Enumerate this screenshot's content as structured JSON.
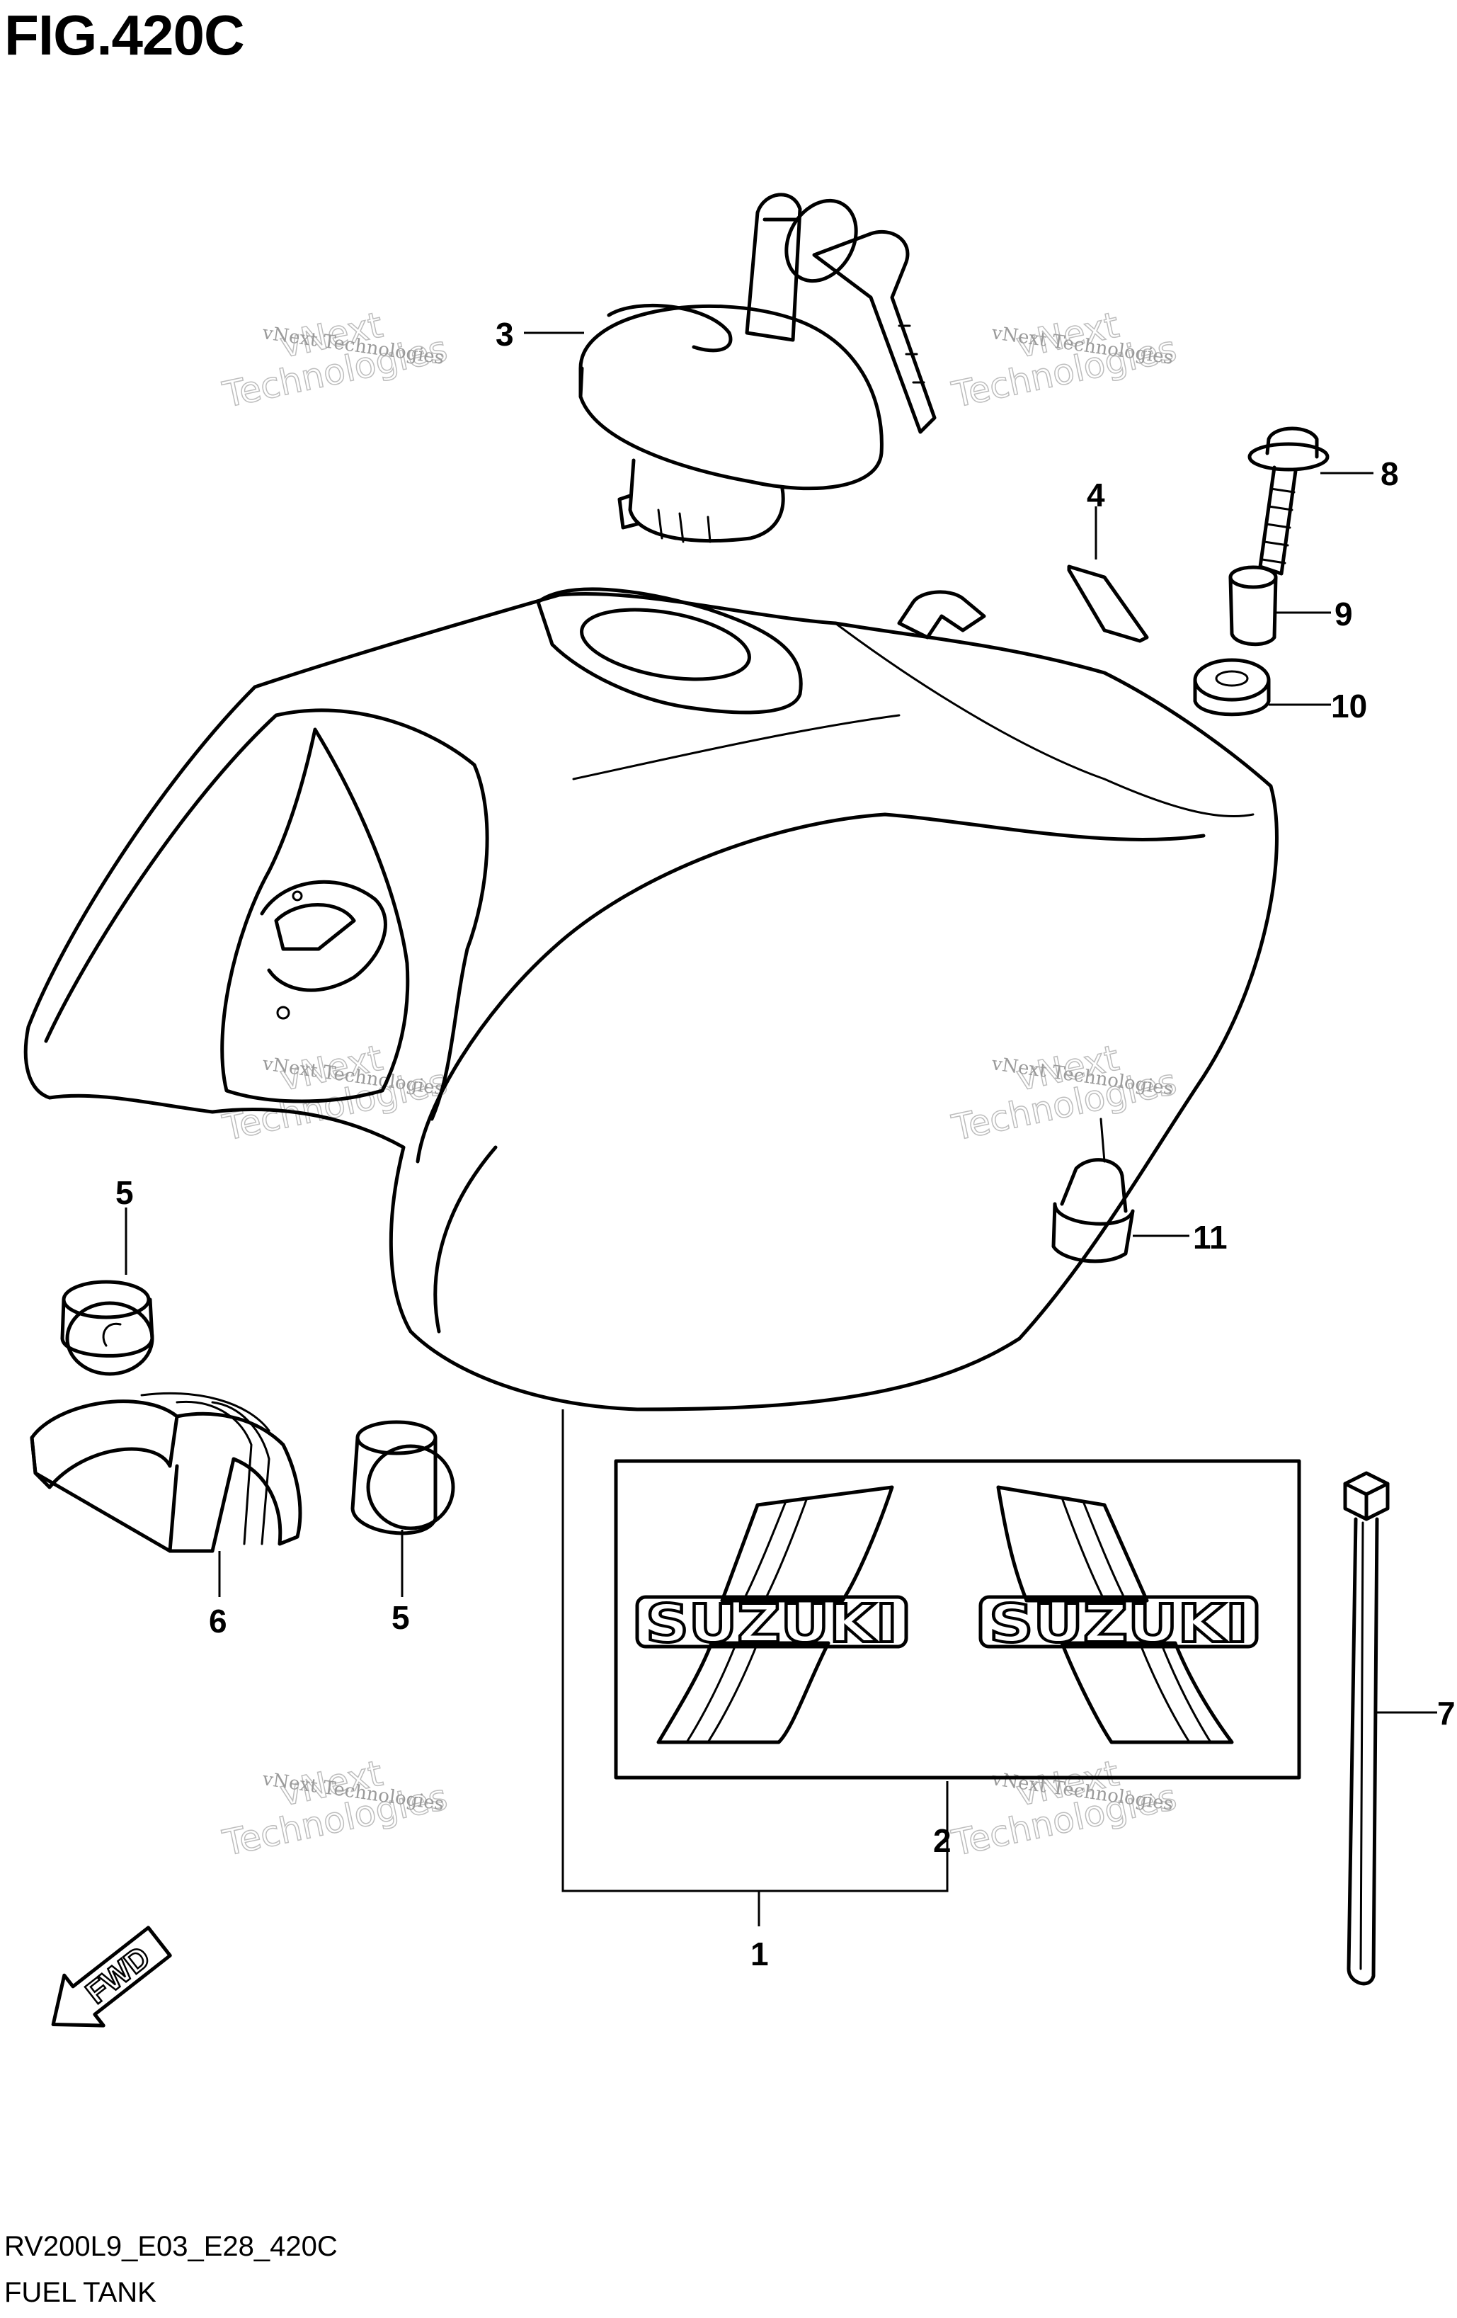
{
  "figure": {
    "title": "FIG.420C",
    "code": "RV200L9_E03_E28_420C",
    "name": "FUEL TANK"
  },
  "direction": {
    "label": "FWD"
  },
  "decal": {
    "brand_left": "SUZUKI",
    "brand_right": "SUZUKI"
  },
  "callouts": [
    {
      "label": "1"
    },
    {
      "label": "2"
    },
    {
      "label": "3"
    },
    {
      "label": "4"
    },
    {
      "label": "5"
    },
    {
      "label": "5"
    },
    {
      "label": "6"
    },
    {
      "label": "7"
    },
    {
      "label": "8"
    },
    {
      "label": "9"
    },
    {
      "label": "10"
    },
    {
      "label": "11"
    }
  ],
  "watermark": {
    "line1": "vNext Technologies",
    "line2": "vNext",
    "line3": "Technologies"
  }
}
